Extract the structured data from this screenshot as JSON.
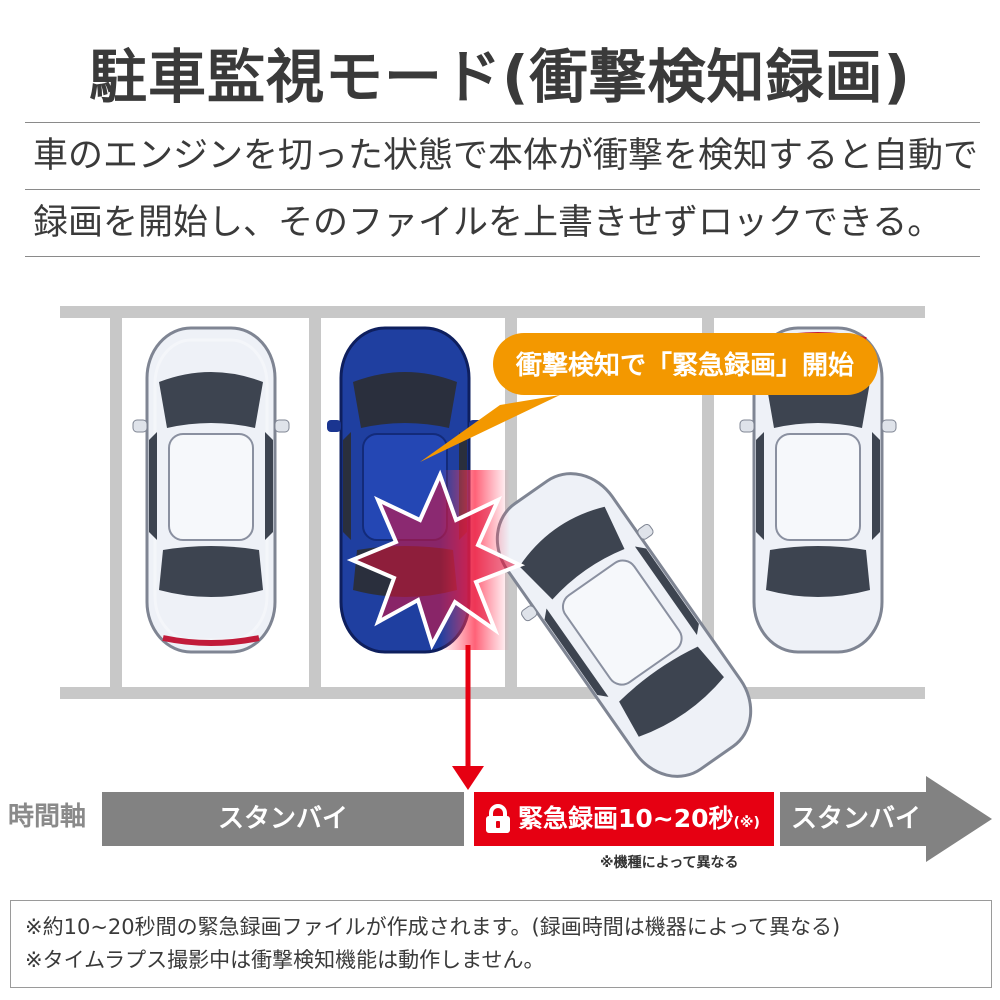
{
  "title": "駐車監視モード(衝撃検知録画)",
  "description": [
    "車のエンジンを切った状態で本体が衝撃を検知すると自動で",
    "録画を開始し、そのファイルを上書きせずロックできる。"
  ],
  "callout": "衝撃検知で「緊急録画」開始",
  "timeline": {
    "label": "時間軸",
    "standby_before": "スタンバイ",
    "emergency": "緊急録画10~20秒",
    "emergency_mark": "(※)",
    "standby_after": "スタンバイ",
    "note": "※機種によって異なる"
  },
  "footnotes": [
    "※約10~20秒間の緊急録画ファイルが作成されます。(録画時間は機器によって異なる)",
    "※タイムラプス撮影中は衝撃検知機能は動作しません。"
  ],
  "colors": {
    "parked_car": "#eef1f7",
    "impacted_car": "#1f3fa0",
    "callout": "#f39800",
    "emergency": "#e60012",
    "standby": "#828282",
    "lines": "#c8c8c8"
  },
  "icons": [
    "lock-icon",
    "impact-burst-icon",
    "arrow-down-icon"
  ]
}
